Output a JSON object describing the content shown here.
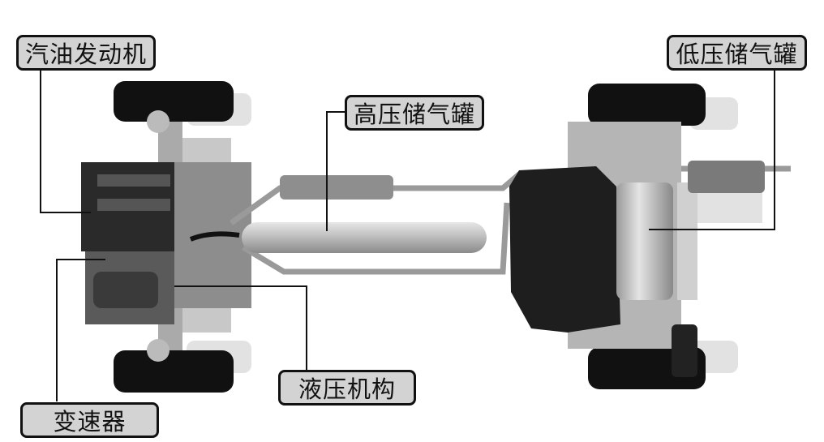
{
  "labels": {
    "engine": "汽油发动机",
    "high_pressure_tank": "高压储气罐",
    "low_pressure_tank": "低压储气罐",
    "hydraulic": "液压机构",
    "transmission": "变速器"
  }
}
